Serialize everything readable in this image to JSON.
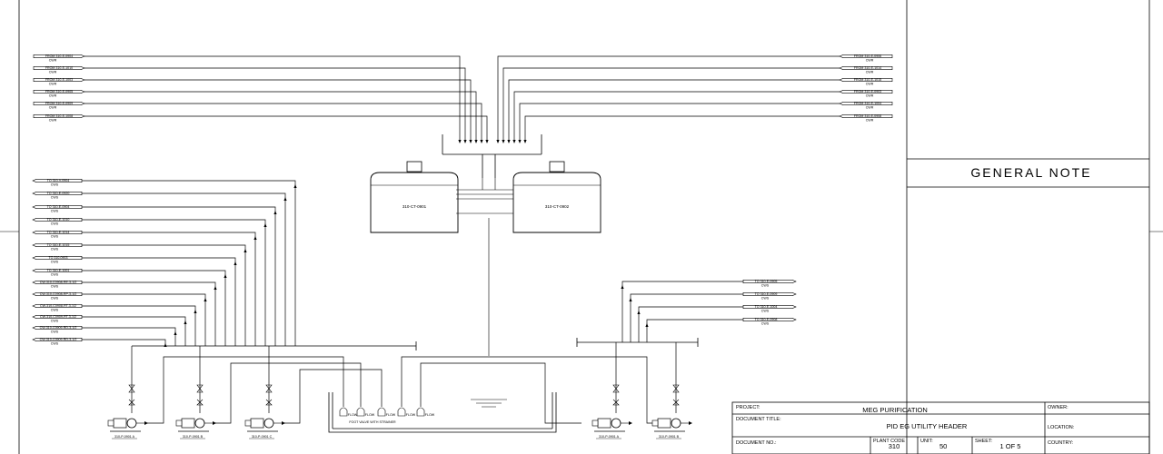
{
  "general_note": "GENERAL NOTE",
  "inlets_left": [
    {
      "tag": "FROM 310-E-0904",
      "svc": "CWR"
    },
    {
      "tag": "FROM 310-E-1010",
      "svc": "CWR"
    },
    {
      "tag": "FROM 310-E-1003",
      "svc": "CWR"
    },
    {
      "tag": "FROM 310-E-0905",
      "svc": "CWR"
    },
    {
      "tag": "FROM 310-E-0909",
      "svc": "CWR"
    },
    {
      "tag": "FROM 310-E-1008",
      "svc": "CWR"
    }
  ],
  "inlets_right": [
    {
      "tag": "FROM 310-E-0906",
      "svc": "CWR"
    },
    {
      "tag": "FROM 310-E-1014",
      "svc": "CWR"
    },
    {
      "tag": "FROM 310-E-1015",
      "svc": "CWR"
    },
    {
      "tag": "FROM 310-E-0903",
      "svc": "CWR"
    },
    {
      "tag": "FROM 310-E-1004",
      "svc": "CWR"
    },
    {
      "tag": "FROM 310-E-0908",
      "svc": "CWR"
    }
  ],
  "outlets_left": [
    {
      "tag": "TO 310-V-0904",
      "svc": "CWS"
    },
    {
      "tag": "TO 310-E-0920",
      "svc": "CWS"
    },
    {
      "tag": "TO 310-E-0904",
      "svc": "CWS"
    },
    {
      "tag": "TO 310-E-1010",
      "svc": "CWS"
    },
    {
      "tag": "TO 310-E-1014",
      "svc": "CWS"
    },
    {
      "tag": "TO 310-E-1015",
      "svc": "CWS"
    },
    {
      "tag": "TO 310-0903",
      "svc": "CWS"
    },
    {
      "tag": "TO 310-E-1001",
      "svc": "CWS"
    },
    {
      "tag": "CW-310-C0908-RE-3-1/2",
      "svc": "CWS"
    },
    {
      "tag": "CW-310-C0908-RP-3-1/2",
      "svc": "CWS"
    },
    {
      "tag": "CW-310-C0908-RT-3-1/2",
      "svc": "CWS"
    },
    {
      "tag": "CW-310-C0909-RT-3-1/2",
      "svc": "CWS"
    },
    {
      "tag": "CW-310-C0909-RD-3-1/2",
      "svc": "CWS"
    },
    {
      "tag": "CW-310-C0909-RD-3-1/2",
      "svc": "CWS"
    }
  ],
  "outlets_right": [
    {
      "tag": "TO 310-E-0905",
      "svc": "CWS"
    },
    {
      "tag": "TO 310-E-0909",
      "svc": "CWS"
    },
    {
      "tag": "TO 310-E-1004",
      "svc": "CWS"
    },
    {
      "tag": "TO 310-E-0908",
      "svc": "CWS"
    }
  ],
  "towers": [
    {
      "tag": "310-CT-0901"
    },
    {
      "tag": "310-CT-0902"
    }
  ],
  "pumps": [
    {
      "tag": "310-P-0901 A"
    },
    {
      "tag": "310-P-0901 B"
    },
    {
      "tag": "310-P-0901 C"
    },
    {
      "tag": "310-P-0901 A"
    },
    {
      "tag": "310-P-0901 B"
    }
  ],
  "basin": {
    "flow_label": "FLOW",
    "flow_count": 5,
    "foot_valve": "FOOT VALVE WITH STRAINER"
  },
  "title_block": {
    "project_label": "PROJECT:",
    "project": "MEG PURIFICATION",
    "owner_label": "OWNER:",
    "doc_title_label": "DOCUMENT TITLE:",
    "doc_title": "PID EG UTILITY HEADER",
    "location_label": "LOCATION:",
    "doc_no_label": "DOCUMENT NO.:",
    "plant_code_label": "PLANT CODE",
    "plant_code": "310",
    "unit_label": "UNIT:",
    "unit": "50",
    "sheet_label": "SHEET:",
    "sheet": "1 OF 5",
    "country_label": "COUNTRY:"
  }
}
